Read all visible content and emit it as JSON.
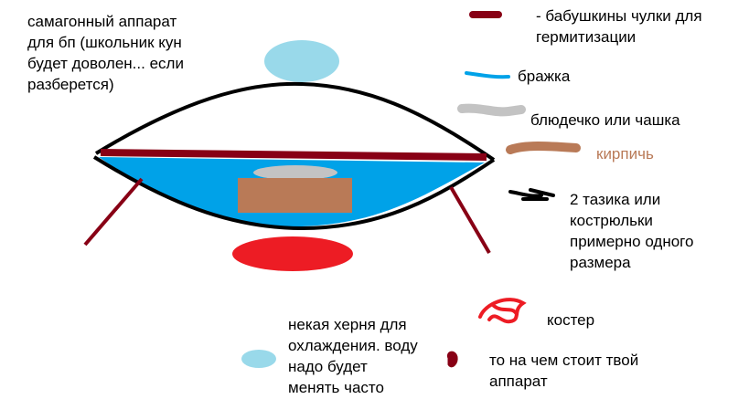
{
  "title_note": "самагонный аппарат\nдля бп (школьник кун\nбудет доволен... если\nразберется)",
  "legend": {
    "stockings": "- бабушкины чулки для\nгермитизации",
    "brazhka": "бражка",
    "saucer": "блюдечко или чашка",
    "brick": "кирпичь",
    "pots": "2 тазика или\nкострюльки\nпримерно одного\nразмера",
    "fire": "костер",
    "cooling": "некая херня для\nохлаждения. воду\nнадо будет\nменять часто",
    "stand": "то на чем стоит твой\nаппарат"
  },
  "colors": {
    "stockings": "#880015",
    "brazhka": "#00a2e8",
    "saucer": "#c3c3c3",
    "brick": "#b97a57",
    "pots": "#000000",
    "fire": "#ed1c24",
    "cooling": "#99d9ea",
    "stand": "#880015"
  }
}
